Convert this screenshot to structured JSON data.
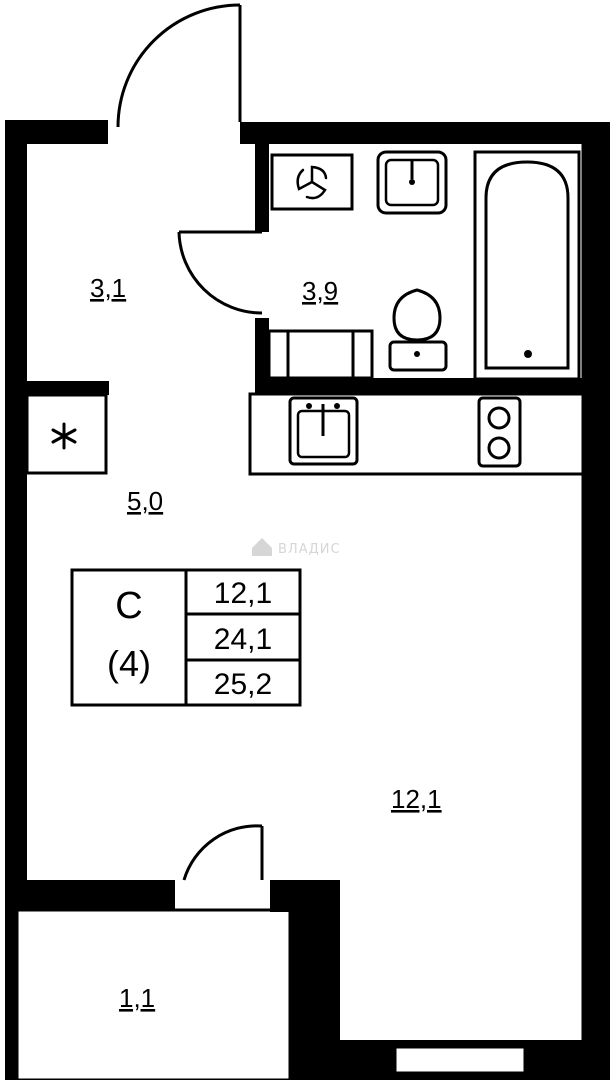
{
  "rooms": {
    "hall_area": "3,1",
    "bathroom_area": "3,9",
    "kitchen_area": "5,0",
    "living_area": "12,1",
    "balcony_area": "1,1"
  },
  "summary": {
    "type_letter": "С",
    "apartment_number": "(4)",
    "living_total": "12,1",
    "total_area": "24,1",
    "total_with_balcony": "25,2"
  },
  "watermark": "ВЛАДИС",
  "icons": {
    "ventilation": "asterisk-icon",
    "washing_machine": "swirl-icon",
    "stove": "cooktop-icon",
    "sinks": "sink-icon",
    "toilet": "toilet-icon",
    "bathtub": "bathtub-icon"
  },
  "colors": {
    "wall": "#000000",
    "background": "#ffffff",
    "watermark": "#d6d6d6"
  }
}
